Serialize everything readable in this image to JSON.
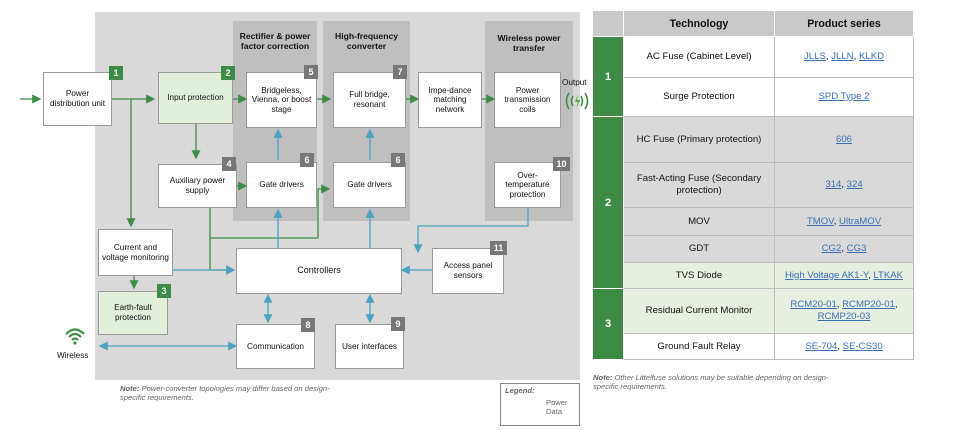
{
  "stages": {
    "rectifier": "Rectifier & power factor correction",
    "hf": "High-frequency converter",
    "wpt": "Wireless power transfer"
  },
  "blocks": {
    "pdu": "Power distribution unit",
    "input": "Input protection",
    "bridgeless": "Bridgeless, Vienna, or boost stage",
    "fullbridge": "Full bridge, resonant",
    "impedance": "Impe-dance matching network",
    "coils": "Power transmission coils",
    "aux": "Auxiliary power supply",
    "gate1": "Gate drivers",
    "gate2": "Gate drivers",
    "overtemp": "Over-temperature protection",
    "cvm": "Current and voltage monitoring",
    "controllers": "Controllers",
    "access": "Access panel sensors",
    "earth": "Earth-fault protection",
    "comm": "Communication",
    "ui": "User interfaces"
  },
  "badges": {
    "b1": "1",
    "b2": "2",
    "b3": "3",
    "b4": "4",
    "b5": "5",
    "b6a": "6",
    "b6b": "6",
    "b7": "7",
    "b8": "8",
    "b9": "9",
    "b10": "10",
    "b11": "11"
  },
  "labels": {
    "output": "Output",
    "wireless": "Wireless"
  },
  "note_left": {
    "prefix": "Note:",
    "text": " Power-converter topologies may differ based on design-specific requirements."
  },
  "legend": {
    "title": "Legend:",
    "power": "Power",
    "data": "Data"
  },
  "table": {
    "headers": [
      "Technology",
      "Product series"
    ],
    "groups": [
      {
        "num": "1",
        "rows": [
          {
            "tech": "AC Fuse (Cabinet Level)",
            "products": [
              "JLLS",
              "JLLN",
              "KLKD"
            ],
            "style": "white"
          },
          {
            "tech": "Surge Protection",
            "products": [
              "SPD Type 2"
            ],
            "style": "white"
          }
        ]
      },
      {
        "num": "2",
        "rows": [
          {
            "tech": "HC Fuse (Primary protection)",
            "products": [
              "606"
            ],
            "style": "shade"
          },
          {
            "tech": "Fast-Acting Fuse (Secondary protection)",
            "products": [
              "314",
              "324"
            ],
            "style": "shade"
          },
          {
            "tech": "MOV",
            "products": [
              "TMOV",
              "UltraMOV"
            ],
            "style": "shade"
          },
          {
            "tech": "GDT",
            "products": [
              "CG2",
              "CG3"
            ],
            "style": "shade"
          },
          {
            "tech": "TVS Diode",
            "products": [
              "High Voltage AK1-Y",
              "LTKAK"
            ],
            "style": "light"
          }
        ]
      },
      {
        "num": "3",
        "rows": [
          {
            "tech": "Residual Current Monitor",
            "products": [
              "RCM20-01",
              "RCMP20-01",
              "RCMP20-03"
            ],
            "style": "light"
          },
          {
            "tech": "Ground Fault Relay",
            "products": [
              "SE-704",
              "SE-CS30"
            ],
            "style": "white"
          }
        ]
      }
    ]
  },
  "note_right": {
    "prefix": "Note:",
    "text": " Other Littelfuse solutions may be suitable depending on design-specific requirements."
  },
  "colors": {
    "power": "#3d8b46",
    "data": "#4aa3bf",
    "badge_green": "#3d8b46",
    "badge_gray": "#777777"
  }
}
